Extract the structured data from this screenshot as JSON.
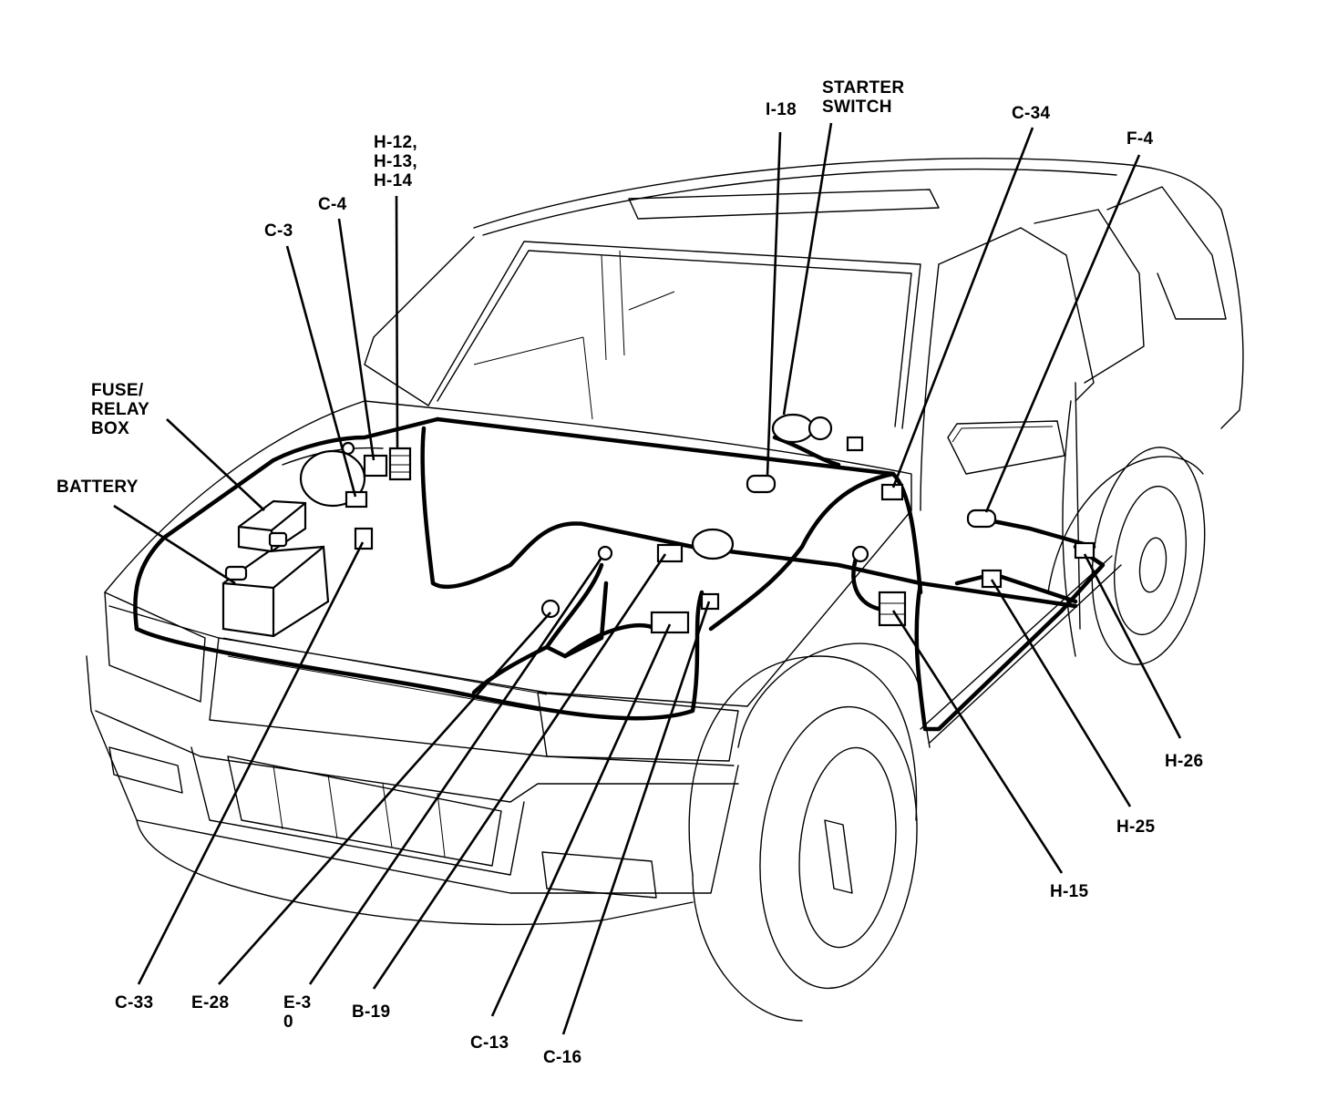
{
  "labels": {
    "starter_switch": "STARTER\nSWITCH",
    "i18": "I-18",
    "c34": "C-34",
    "f4": "F-4",
    "h12_14": "H-12,\nH-13,\nH-14",
    "c4": "C-4",
    "c3": "C-3",
    "fuse_relay_box": "FUSE/\nRELAY\nBOX",
    "battery": "BATTERY",
    "h26": "H-26",
    "h25": "H-25",
    "h15": "H-15",
    "c33": "C-33",
    "e28": "E-28",
    "e30": "E-3\n0",
    "b19": "B-19",
    "c13": "C-13",
    "c16": "C-16"
  }
}
